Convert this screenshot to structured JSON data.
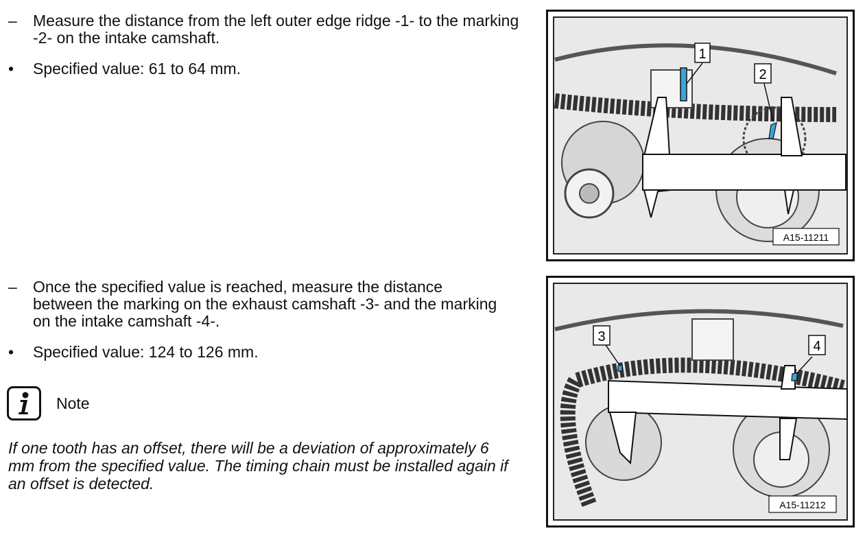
{
  "section1": {
    "step_marker": "–",
    "step_text": "Measure the distance from the left outer edge ridge -1- to the marking -2- on the intake camshaft.",
    "spec_marker": "•",
    "spec_text": "Specified value: 61 to 64 mm."
  },
  "section2": {
    "step_marker": "–",
    "step_text": "Once the specified value is reached, measure the distance between the marking on the exhaust camshaft -3- and the marking on the intake camshaft -4-.",
    "spec_marker": "•",
    "spec_text": "Specified value: 124 to 126 mm."
  },
  "note": {
    "icon": "info-icon",
    "label": "Note",
    "text": "If one tooth has an offset, there will be a deviation of approximately 6 mm from the specified value. The timing chain must be installed again if an offset is detected."
  },
  "figure1": {
    "code": "A15-11211",
    "callouts": [
      "1",
      "2"
    ]
  },
  "figure2": {
    "code": "A15-11212",
    "callouts": [
      "3",
      "4"
    ]
  },
  "colors": {
    "accent": "#3aa6d8",
    "line": "#111111",
    "metal": "#e8e8e8"
  }
}
